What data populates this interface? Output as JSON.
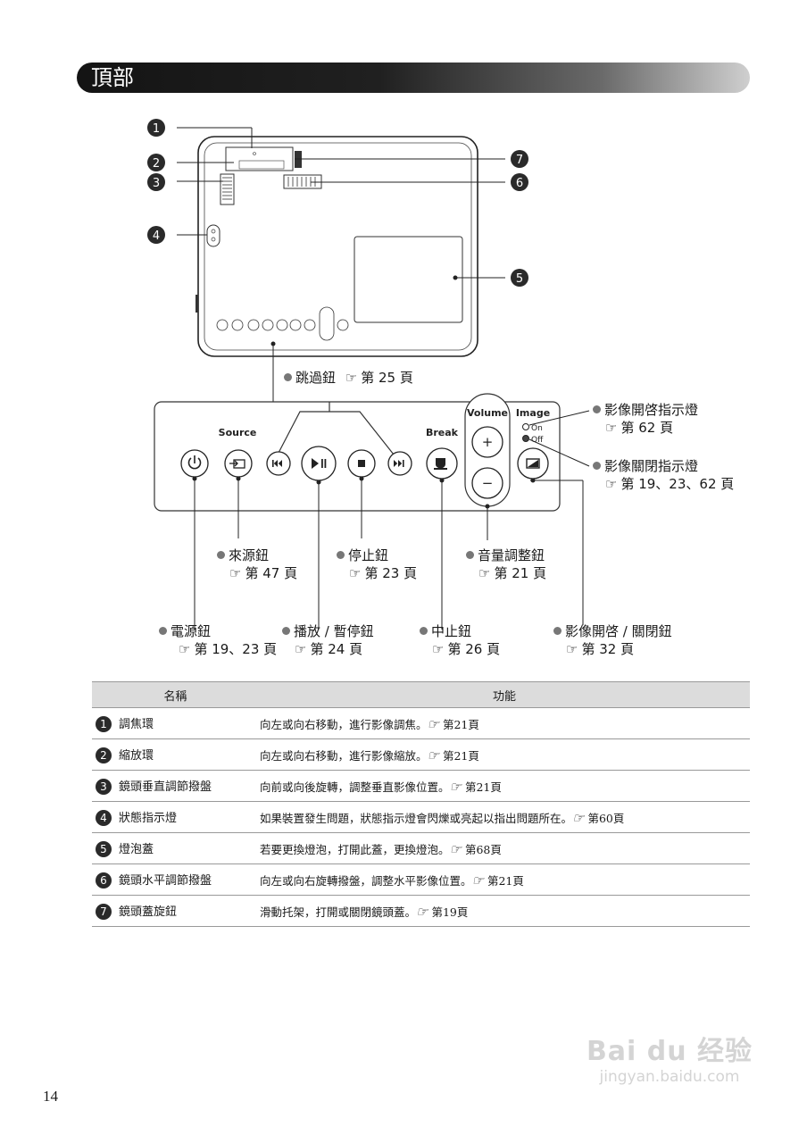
{
  "header": {
    "title": "頂部"
  },
  "callouts": {
    "c1": "1",
    "c2": "2",
    "c3": "3",
    "c4": "4",
    "c5": "5",
    "c6": "6",
    "c7": "7"
  },
  "panel": {
    "source": "Source",
    "break": "Break",
    "volume": "Volume",
    "image": "Image",
    "on": "On",
    "off": "Off",
    "plus": "+",
    "minus": "−"
  },
  "labels": {
    "skip": {
      "name": "跳過鈕",
      "page": "第 25 頁"
    },
    "image_on": {
      "name": "影像開啓指示燈",
      "page": "第 62 頁"
    },
    "image_off": {
      "name": "影像關閉指示燈",
      "page": "第 19、23、62 頁"
    },
    "source": {
      "name": "來源鈕",
      "page": "第 47 頁"
    },
    "stop": {
      "name": "停止鈕",
      "page": "第 23 頁"
    },
    "volume": {
      "name": "音量調整鈕",
      "page": "第 21 頁"
    },
    "power": {
      "name": "電源鈕",
      "page": "第 19、23 頁"
    },
    "play": {
      "name": "播放 / 暫停鈕",
      "page": "第 24 頁"
    },
    "break": {
      "name": "中止鈕",
      "page": "第 26 頁"
    },
    "image_toggle": {
      "name": "影像開啓 / 關閉鈕",
      "page": "第 32 頁"
    }
  },
  "table": {
    "headers": [
      "名稱",
      "功能"
    ],
    "rows": [
      {
        "num": "1",
        "name": "調焦環",
        "func": "向左或向右移動，進行影像調焦。",
        "page": "第21頁"
      },
      {
        "num": "2",
        "name": "縮放環",
        "func": "向左或向右移動，進行影像縮放。",
        "page": "第21頁"
      },
      {
        "num": "3",
        "name": "鏡頭垂直調節撥盤",
        "func": "向前或向後旋轉，調整垂直影像位置。",
        "page": "第21頁"
      },
      {
        "num": "4",
        "name": "狀態指示燈",
        "func": "如果裝置發生問題，狀態指示燈會閃爍或亮起以指出問題所在。",
        "page": "第60頁"
      },
      {
        "num": "5",
        "name": "燈泡蓋",
        "func": "若要更換燈泡，打開此蓋，更換燈泡。",
        "page": "第68頁"
      },
      {
        "num": "6",
        "name": "鏡頭水平調節撥盤",
        "func": "向左或向右旋轉撥盤，調整水平影像位置。",
        "page": "第21頁"
      },
      {
        "num": "7",
        "name": "鏡頭蓋旋鈕",
        "func": "滑動托架，打開或關閉鏡頭蓋。",
        "page": "第19頁"
      }
    ]
  },
  "footer": {
    "page_number": "14"
  },
  "watermark": {
    "brand": "Bai du 经验",
    "url": "jingyan.baidu.com"
  },
  "colors": {
    "title_bar": "#1a1a1a",
    "table_header": "#dcdcdc",
    "bullet": "#777777",
    "callout": "#2a2a2a"
  }
}
